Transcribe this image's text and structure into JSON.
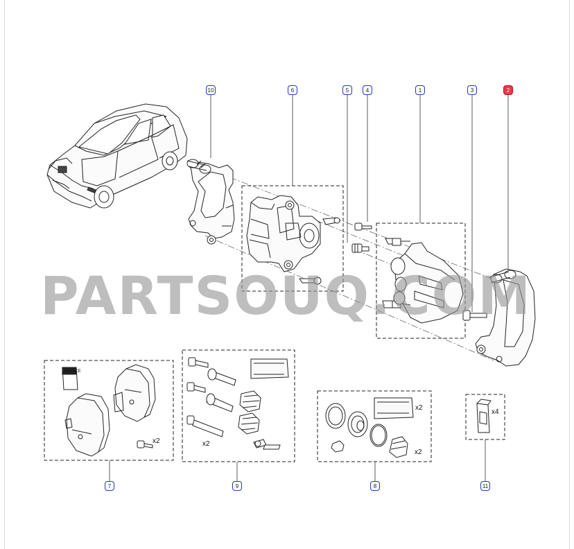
{
  "watermark": "PARTSOUQ.COM",
  "callouts": [
    {
      "id": "10",
      "label": "10",
      "highlighted": false
    },
    {
      "id": "6",
      "label": "6",
      "highlighted": false
    },
    {
      "id": "5",
      "label": "5",
      "highlighted": false
    },
    {
      "id": "4",
      "label": "4",
      "highlighted": false
    },
    {
      "id": "1",
      "label": "1",
      "highlighted": false
    },
    {
      "id": "3",
      "label": "3",
      "highlighted": false
    },
    {
      "id": "2",
      "label": "2",
      "highlighted": true
    },
    {
      "id": "7",
      "label": "7",
      "highlighted": false
    },
    {
      "id": "9",
      "label": "9",
      "highlighted": false
    },
    {
      "id": "8",
      "label": "8",
      "highlighted": false
    },
    {
      "id": "11",
      "label": "11",
      "highlighted": false
    }
  ],
  "quantities": {
    "kit7_screws": "x2",
    "kit9_pins": "x2",
    "kit8_packet": "x2",
    "kit8_boots": "x2",
    "kit11_clips": "x4"
  },
  "notice_label": "NOTICE",
  "colors": {
    "callout_border": "#1a3ac0",
    "highlight": "#e8384a",
    "line": "#222222",
    "watermark": "#969696"
  }
}
